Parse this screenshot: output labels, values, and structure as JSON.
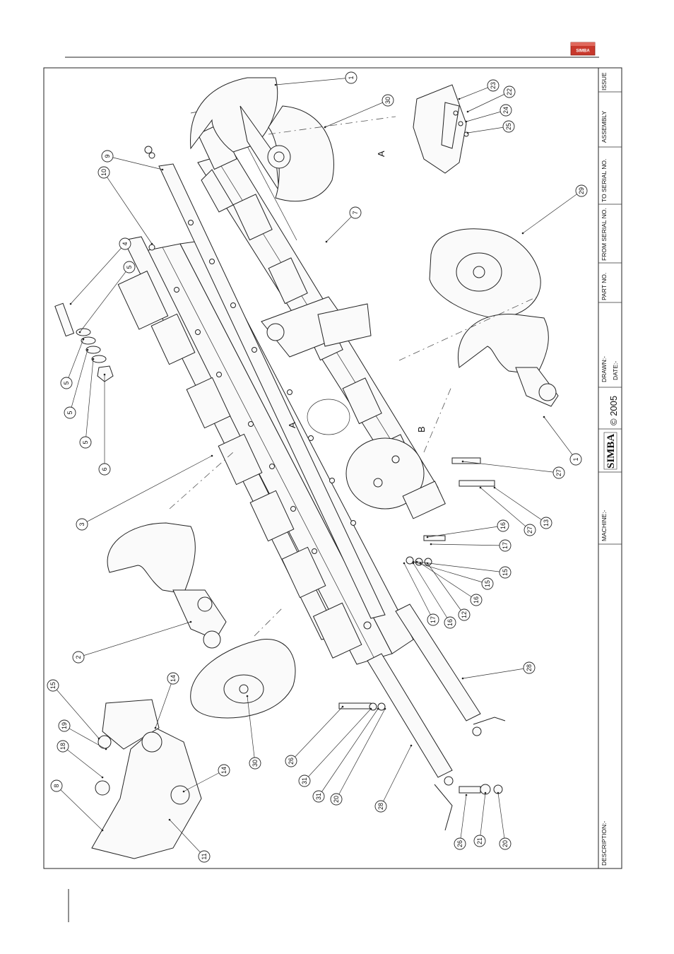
{
  "header": {
    "brand_logo": "SIMBA",
    "brand_color": "#c8382c"
  },
  "title_block": {
    "issue_label": "ISSUE",
    "assembly_label": "ASSEMBLY",
    "to_serial_label": "TO SERIAL NO.",
    "from_serial_label": "FROM SERIAL NO.",
    "part_no_label": "PART NO.",
    "drawn_label": "DRAWN:-",
    "date_label": "DATE:-",
    "machine_label": "MACHINE:-",
    "description_label": "DESCRIPTION:-",
    "logo_text": "SIMBA",
    "copyright": "© 2005"
  },
  "view_labels": [
    "A",
    "A",
    "B"
  ],
  "callouts": [
    "1",
    "30",
    "9",
    "10",
    "23",
    "22",
    "24",
    "25",
    "7",
    "4",
    "5",
    "5",
    "5",
    "5",
    "6",
    "29",
    "3",
    "27",
    "1",
    "13",
    "27",
    "16",
    "17",
    "15",
    "15",
    "16",
    "12",
    "16",
    "17",
    "2",
    "28",
    "15",
    "14",
    "19",
    "18",
    "30",
    "26",
    "31",
    "31",
    "20",
    "28",
    "8",
    "14",
    "11",
    "26",
    "21",
    "20"
  ]
}
